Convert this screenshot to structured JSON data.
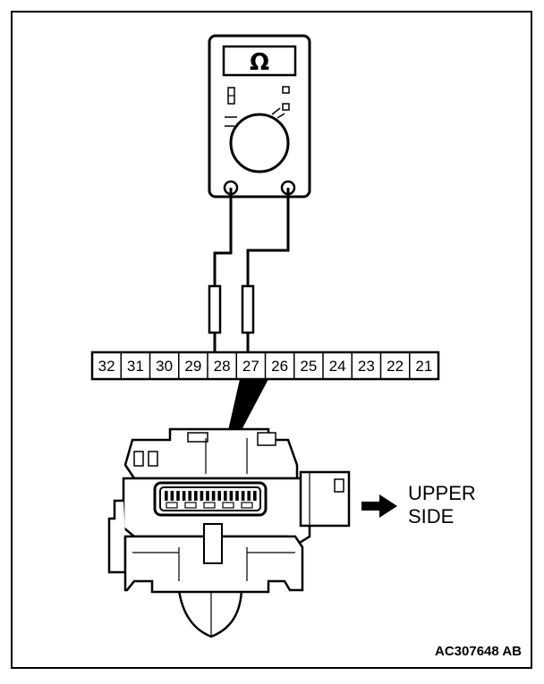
{
  "meter": {
    "symbol": "Ω"
  },
  "connector": {
    "pins": [
      "32",
      "31",
      "30",
      "29",
      "28",
      "27",
      "26",
      "25",
      "24",
      "23",
      "22",
      "21"
    ],
    "probed": [
      "28",
      "27"
    ]
  },
  "direction": {
    "line1": "UPPER",
    "line2": "SIDE"
  },
  "figure_code": "AC307648 AB"
}
